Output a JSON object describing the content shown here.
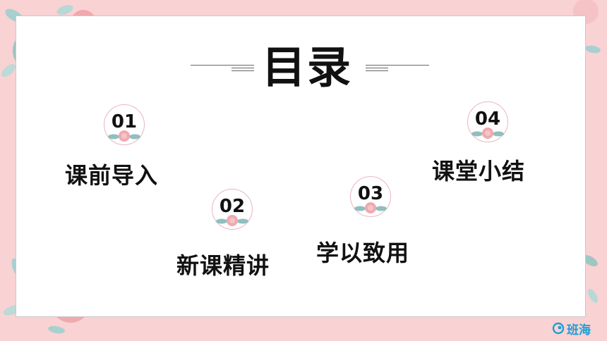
{
  "title": "目录",
  "items": [
    {
      "number": "01",
      "label": "课前导入"
    },
    {
      "number": "02",
      "label": "新课精讲"
    },
    {
      "number": "03",
      "label": "学以致用"
    },
    {
      "number": "04",
      "label": "课堂小结"
    }
  ],
  "logo": {
    "text": "班海",
    "icon": "logo-swirl-icon"
  },
  "colors": {
    "background_pink": "#f9d2d4",
    "panel": "#ffffff",
    "ring_pink": "#e8b7bc",
    "flower_pink": "#f0a9ae",
    "leaf_teal": "#8fbfbf",
    "logo_blue": "#1e9fd4"
  }
}
